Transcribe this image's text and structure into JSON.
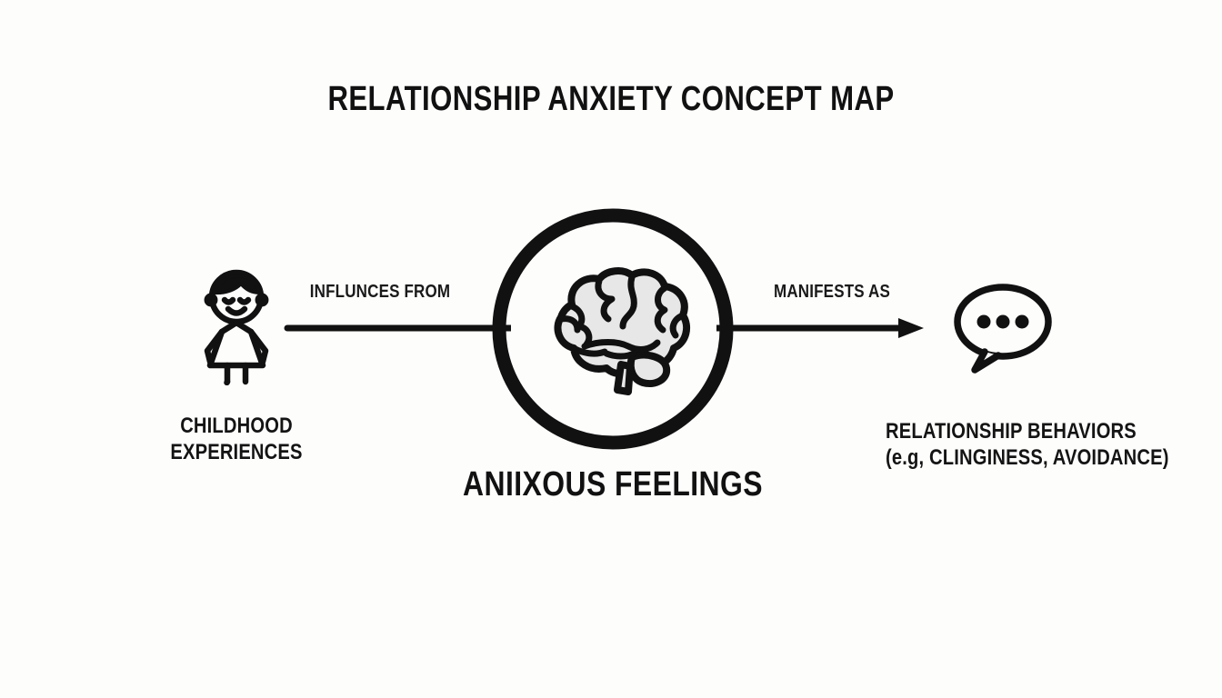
{
  "diagram": {
    "title": "RELATIONSHIP ANXIETY CONCEPT MAP",
    "background_color": "#fdfdfc",
    "ink_color": "#111111",
    "brain_fill_color": "#e7e7e7",
    "type": "concept-map",
    "nodes": [
      {
        "id": "childhood",
        "icon": "child-figure-icon",
        "label_line1": "CHILDHOOD",
        "label_line2": "EXPERIENCES"
      },
      {
        "id": "anxious-feelings",
        "icon": "brain-icon",
        "label_line1": "ANIIXOUS FEELINGS",
        "label_line2": ""
      },
      {
        "id": "relationship-behaviors",
        "icon": "speech-bubble-ellipsis-icon",
        "label_line1": "RELATIONSHIP BEHAVIORS",
        "label_line2": "(e.g, CLINGINESS, AVOIDANCE)"
      }
    ],
    "connectors": [
      {
        "id": "childhood-to-brain",
        "label": "INFLUNCES FROM",
        "from": "childhood",
        "to": "anxious-feelings",
        "arrowhead": "none"
      },
      {
        "id": "brain-to-behaviors",
        "label": "MANIFESTS AS",
        "from": "anxious-feelings",
        "to": "relationship-behaviors",
        "arrowhead": "right"
      }
    ]
  }
}
